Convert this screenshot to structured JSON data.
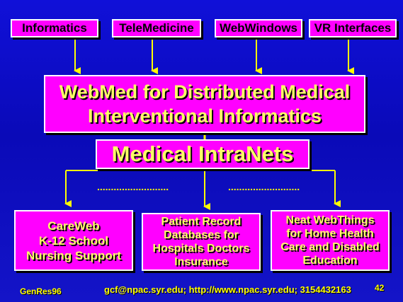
{
  "top_boxes": [
    "Informatics",
    "TeleMedicine",
    "WebWindows",
    "VR Interfaces"
  ],
  "main_box": {
    "line1": "WebMed for Distributed Medical",
    "line2": "Interventional Informatics"
  },
  "intranets_box": "Medical IntraNets",
  "separator_dots": "..........................",
  "bottom_boxes": [
    {
      "lines": [
        "CareWeb",
        "K-12 School",
        "Nursing Support"
      ]
    },
    {
      "lines": [
        "Patient Record",
        "Databases for",
        "Hospitals Doctors",
        "Insurance"
      ]
    },
    {
      "lines": [
        "Neat WebThings",
        "for Home Health",
        "Care and Disabled",
        "Education"
      ]
    }
  ],
  "footer": {
    "left": "GenRes96",
    "center": "gcf@npac.syr.edu; http://www.npac.syr.edu; 3154432163",
    "page_number": "42"
  },
  "colors": {
    "background": "#1010d8",
    "box_fill": "#ff00ff",
    "connector": "#ffff00",
    "title_text": "#ffff66"
  }
}
